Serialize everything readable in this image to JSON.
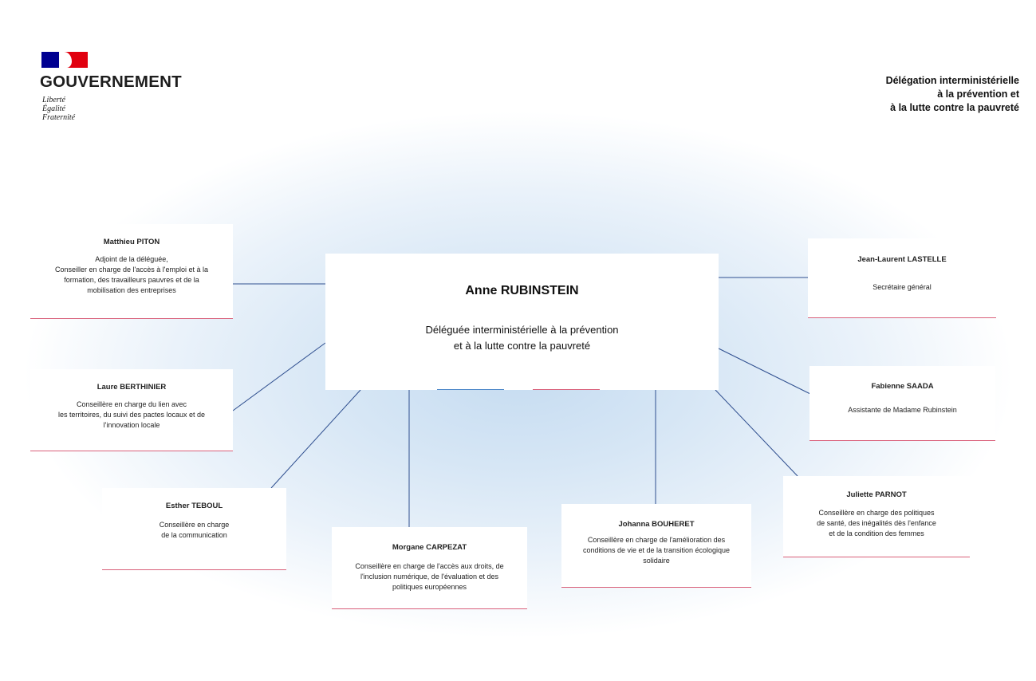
{
  "header": {
    "org_line1": "Délégation interministérielle",
    "org_line2": "à la prévention et",
    "org_line3": "à la lutte contre la pauvreté"
  },
  "logo": {
    "title": "GOUVERNEMENT",
    "motto_1": "Liberté",
    "motto_2": "Égalité",
    "motto_3": "Fraternité",
    "flag_colors": [
      "#000091",
      "#ffffff",
      "#e1000f"
    ]
  },
  "colors": {
    "connector": "#2f4f8f",
    "accent_red": "#d9607a",
    "accent_blue": "#4a86c8"
  },
  "main": {
    "name": "Anne RUBINSTEIN",
    "role_line1": "Déléguée interministérielle à la prévention",
    "role_line2": "et à la lutte contre la pauvreté"
  },
  "members": [
    {
      "name": "Matthieu PITON",
      "role": [
        "Adjoint de la déléguée,",
        "Conseiller en charge de l'accès à l'emploi et à la",
        "formation, des travailleurs pauvres et de la",
        "mobilisation des entreprises"
      ]
    },
    {
      "name": "Laure BERTHINIER",
      "role": [
        "Conseillère en charge du lien avec",
        "les territoires, du suivi des pactes locaux et de",
        "l'innovation locale"
      ]
    },
    {
      "name": "Esther TEBOUL",
      "role": [
        "Conseillère en charge",
        "de la communication"
      ]
    },
    {
      "name": "Morgane CARPEZAT",
      "role": [
        "Conseillère en charge de l'accès aux droits, de",
        "l'inclusion numérique, de l'évaluation et des",
        "politiques européennes"
      ]
    },
    {
      "name": "Johanna BOUHERET",
      "role": [
        "Conseillère en charge de l'amélioration des",
        "conditions de vie et de la transition écologique",
        "solidaire"
      ]
    },
    {
      "name": "Juliette PARNOT",
      "role": [
        "Conseillère en charge des politiques",
        "de santé, des inégalités dès l'enfance",
        "et de la condition des femmes"
      ]
    },
    {
      "name": "Fabienne SAADA",
      "role": [
        "Assistante de Madame Rubinstein"
      ]
    },
    {
      "name": "Jean-Laurent LASTELLE",
      "role": [
        "Secrétaire général"
      ]
    }
  ]
}
